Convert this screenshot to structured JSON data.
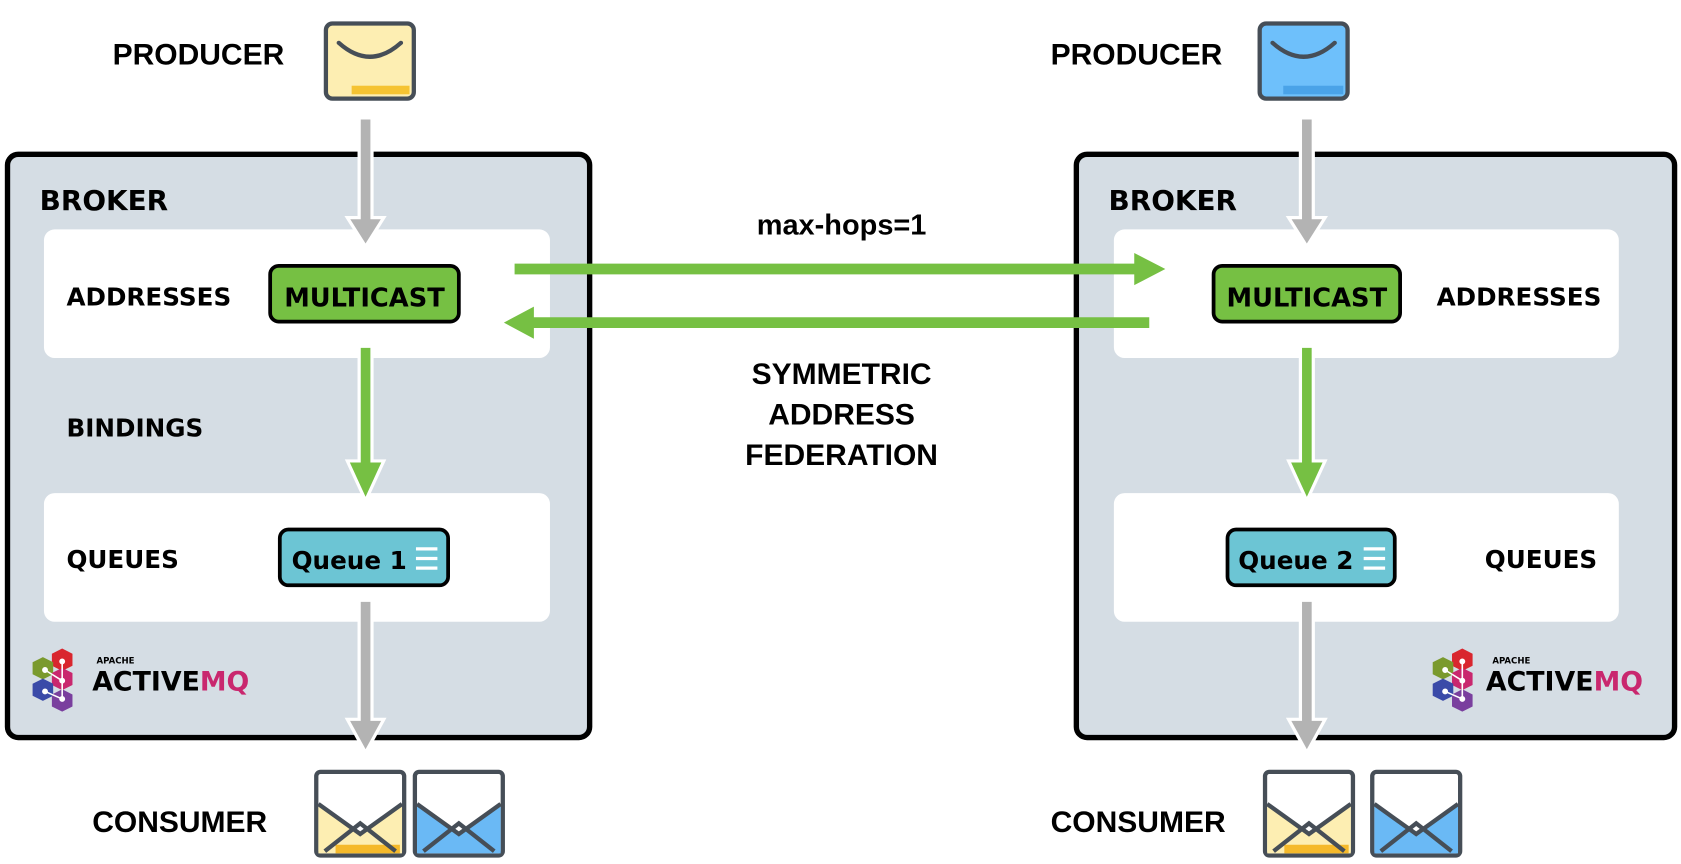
{
  "colors": {
    "broker_fill": "#d5dde4",
    "multicast_fill": "#76c043",
    "queue_fill": "#6cc5d4",
    "federation_arrow": "#76c043",
    "flow_arrow": "#b3b3b3",
    "envelope_yellow": "#fdeeb2",
    "envelope_blue": "#6ab9f5"
  },
  "left": {
    "producer_label": "PRODUCER",
    "producer_icon": "envelope-yellow-icon",
    "broker_label": "BROKER",
    "addresses_label": "ADDRESSES",
    "multicast_label": "MULTICAST",
    "bindings_label": "BINDINGS",
    "queues_label": "QUEUES",
    "queue_label": "Queue 1",
    "queue_icon": "list-icon",
    "logo": {
      "small": "APACHE",
      "main": "ACTIVE",
      "accent": "MQ"
    },
    "consumer_label": "CONSUMER"
  },
  "right": {
    "producer_label": "PRODUCER",
    "producer_icon": "envelope-blue-icon",
    "broker_label": "BROKER",
    "addresses_label": "ADDRESSES",
    "multicast_label": "MULTICAST",
    "queues_label": "QUEUES",
    "queue_label": "Queue 2",
    "queue_icon": "list-icon",
    "logo": {
      "small": "APACHE",
      "main": "ACTIVE",
      "accent": "MQ"
    },
    "consumer_label": "CONSUMER"
  },
  "federation": {
    "max_hops": "max-hops=1",
    "title_lines": [
      "SYMMETRIC",
      "ADDRESS",
      "FEDERATION"
    ]
  }
}
